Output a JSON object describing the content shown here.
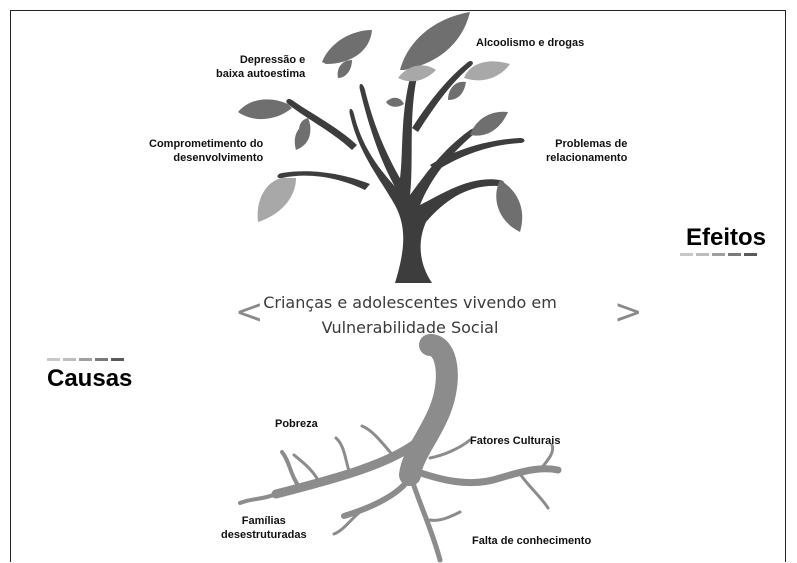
{
  "center": {
    "line1": "Crianças e adolescentes vivendo em",
    "line2": "Vulnerabilidade Social"
  },
  "efeitos": {
    "title": "Efeitos",
    "items": [
      {
        "text": "Depressão e\nbaixa autoestima"
      },
      {
        "text": "Alcoolismo e drogas"
      },
      {
        "text": "Comprometimento do\ndesenvolvimento"
      },
      {
        "text": "Problemas de\nrelacionamento"
      }
    ]
  },
  "causas": {
    "title": "Causas",
    "items": [
      {
        "text": "Pobreza"
      },
      {
        "text": "Fatores Culturais"
      },
      {
        "text": "Famílias\ndesestruturadas"
      },
      {
        "text": "Falta de conhecimento"
      }
    ]
  },
  "nav": {
    "prev": "<",
    "next": ">"
  },
  "colors": {
    "trunk": "#3d3d3d",
    "leaf_dark": "#6f6f6f",
    "leaf_light": "#a8a8a8",
    "root": "#8c8c8c",
    "dash_light": "#bdbdbd",
    "dash_dark": "#5a5a5a"
  }
}
